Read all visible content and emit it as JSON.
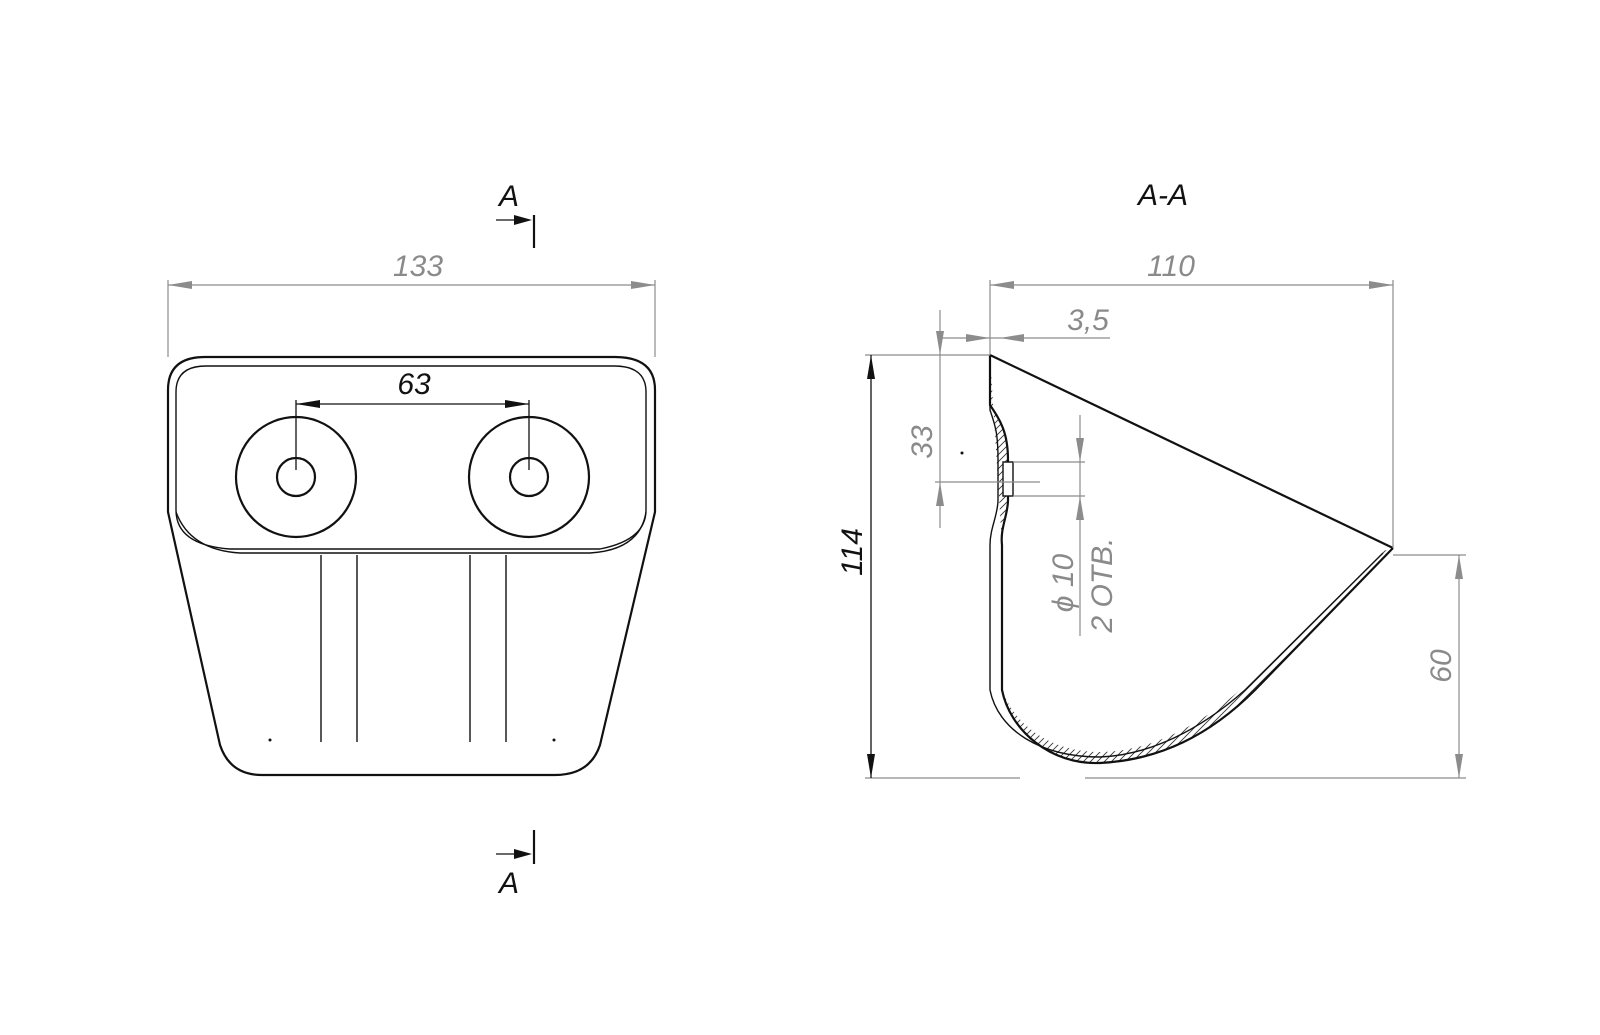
{
  "front_view": {
    "width_dim": "133",
    "hole_spacing_dim": "63",
    "section_label_top": "A",
    "section_label_bottom": "A"
  },
  "section_view": {
    "title": "A-A",
    "depth_dim": "110",
    "thickness_dim": "3,5",
    "hole_height_dim": "33",
    "height_dim": "114",
    "lip_height_dim": "60",
    "hole_diameter_dim": "ϕ 10",
    "hole_count_note": "2 ОТВ."
  },
  "colors": {
    "outline": "#111111",
    "dimension": "#8c8c8c",
    "background": "#ffffff"
  }
}
